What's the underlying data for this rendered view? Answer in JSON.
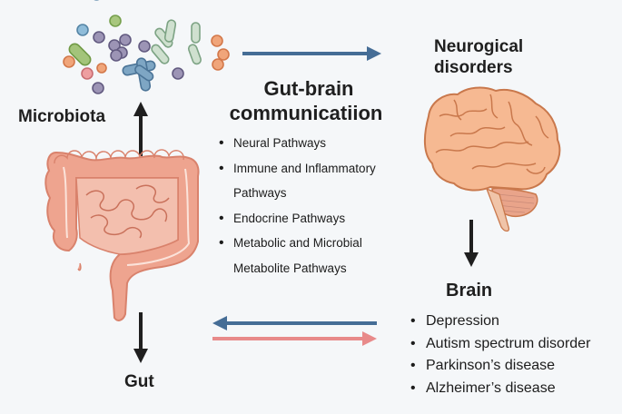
{
  "labels": {
    "microbiota": "Microbiota",
    "gut": "Gut",
    "neurological_line1": "Neurogical",
    "neurological_line2": "disorders",
    "brain": "Brain"
  },
  "communication": {
    "title_line1": "Gut-brain",
    "title_line2": "communicatiion",
    "pathways": [
      "Neural Pathways",
      "Immune and Inflammatory Pathways",
      "Endocrine Pathways",
      "Metabolic and Microbial Metabolite Pathways"
    ]
  },
  "disorders": [
    "Depression",
    "Autism spectrum disorder",
    "Parkinson’s disease",
    "Alzheimer’s disease"
  ],
  "colors": {
    "background": "#f5f7f9",
    "arrow_blue": "#456d96",
    "arrow_pink": "#e88a8a",
    "arrow_black": "#1f1f1f",
    "organ_fill": "#eea48f",
    "organ_stroke": "#d9826c",
    "brain_fill": "#f6b992",
    "brain_stroke": "#c9784c"
  },
  "icons": [
    "bacteria-cluster-icon",
    "intestine-icon",
    "brain-icon"
  ]
}
